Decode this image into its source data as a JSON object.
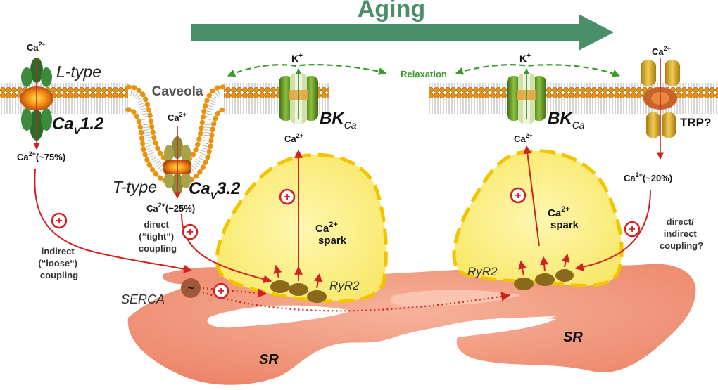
{
  "header": {
    "title": "Aging"
  },
  "membrane": {
    "caveola_label": "Caveola",
    "relaxation_label": "Relaxation"
  },
  "channels": {
    "l_type": {
      "ion_in": "Ca",
      "type_label": "L-type",
      "name_main": "Ca",
      "name_sub": "V",
      "name_num": "1.2",
      "flux_label": "(~75%)"
    },
    "t_type": {
      "ion_in": "Ca",
      "type_label": "T-type",
      "name_main": "Ca",
      "name_sub": "V",
      "name_num": "3.2",
      "flux_label": "(~25%)"
    },
    "bk_left": {
      "ion_out": "K",
      "ion_in": "Ca",
      "name_main": "BK",
      "name_sub": "Ca"
    },
    "bk_right": {
      "ion_out": "K",
      "ion_in": "Ca",
      "name_main": "BK",
      "name_sub": "Ca"
    },
    "trp": {
      "ion_in": "Ca",
      "name": "TRP?",
      "flux_label": "(~20%)"
    }
  },
  "ions": {
    "charge_2plus": "2+",
    "charge_plus": "+"
  },
  "coupling": {
    "indirect_loose": [
      "indirect",
      "(“loose“)",
      "coupling"
    ],
    "direct_tight": [
      "direct",
      "(“tight“)",
      "coupling"
    ],
    "direct_indirect": [
      "direct/",
      "indirect",
      "coupling?"
    ]
  },
  "sparks": {
    "left": [
      "Ca",
      "spark"
    ],
    "right": [
      "Ca",
      "spark"
    ]
  },
  "receptors": {
    "ryr_left": "RyR2",
    "ryr_right": "RyR2",
    "serca": "SERCA",
    "serca_symbol": "~"
  },
  "organelles": {
    "sr_left": "SR",
    "sr_right": "SR"
  },
  "symbols": {
    "plus": "+"
  },
  "colors": {
    "aging_green": "#4a8f6a",
    "relax_green": "#3a9a2a",
    "arrow_red": "#d42020",
    "spark_fill": "#fbef8a",
    "spark_border": "#f2c400",
    "sr_fill": "#f2957a",
    "bk_green": "#5d8a26",
    "ltype_green": "#2b6a2b",
    "trp_gold": "#d9a72b"
  }
}
